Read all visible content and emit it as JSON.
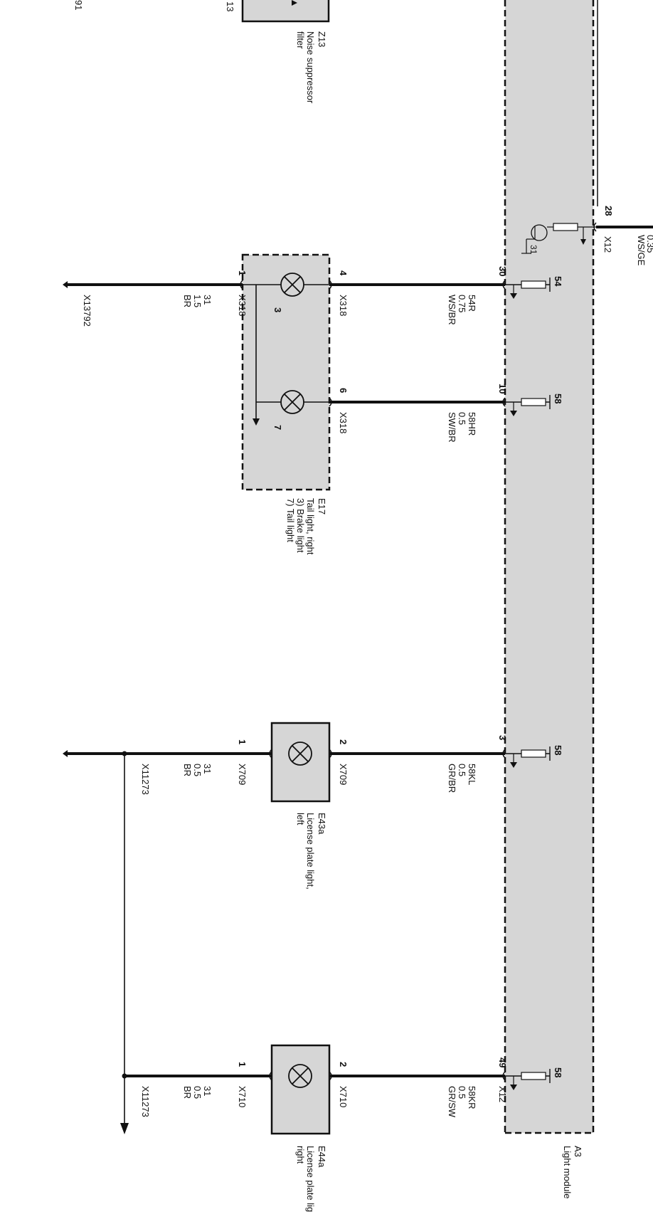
{
  "components": {
    "z13": {
      "code": "Z13",
      "name_line1": "Noise suppressor",
      "name_line2": "filter",
      "partial_label": "13",
      "edge_label": "91"
    },
    "e17": {
      "code": "E17",
      "line1": "Tail light, right",
      "line2": "3) Brake light",
      "line3": "7) Tail light",
      "lamp_brake": "3",
      "lamp_tail": "7"
    },
    "e43a": {
      "code": "E43a",
      "line1": "License plate light,",
      "line2": "left"
    },
    "e44a": {
      "code": "E44a",
      "line1": "License plate lig",
      "line2": "right"
    },
    "a3": {
      "code": "A3",
      "name": "Light module"
    }
  },
  "top_wire": {
    "pin": "28",
    "connector": "X12",
    "color_partial": "WS/GE",
    "cut_label": "0.35"
  },
  "transistor_ground": "31",
  "wires": [
    {
      "id": "brake",
      "module_pin": "30",
      "fuse_label": "54",
      "signal": "54R",
      "size": "0.75",
      "color": "WS/BR",
      "comp_pin": "4",
      "connector": "X318"
    },
    {
      "id": "tail",
      "module_pin": "10",
      "fuse_label": "58",
      "signal": "58HR",
      "size": "0.5",
      "color": "SW/BR",
      "comp_pin": "6",
      "connector": "X318"
    },
    {
      "id": "plate-left",
      "module_pin": "3",
      "fuse_label": "58",
      "signal": "58KL",
      "size": "0.5",
      "color": "GR/BR",
      "comp_pin": "2",
      "connector": "X709"
    },
    {
      "id": "plate-right",
      "module_pin": "49",
      "fuse_label": "58",
      "signal": "58KR",
      "size": "0.5",
      "color": "GR/SW",
      "comp_pin": "2",
      "connector": "X710",
      "module_connector": "X12"
    }
  ],
  "grounds": [
    {
      "id": "e17-ground",
      "pin": "1",
      "connector": "X318",
      "signal": "31",
      "size": "1.5",
      "color": "BR",
      "end_connector": "X13792"
    },
    {
      "id": "e43a-ground",
      "pin": "1",
      "connector": "X709",
      "signal": "31",
      "size": "0.5",
      "color": "BR",
      "splice": "X11273"
    },
    {
      "id": "e44a-ground",
      "pin": "1",
      "connector": "X710",
      "signal": "31",
      "size": "0.5",
      "color": "BR",
      "splice": "X11273"
    }
  ]
}
